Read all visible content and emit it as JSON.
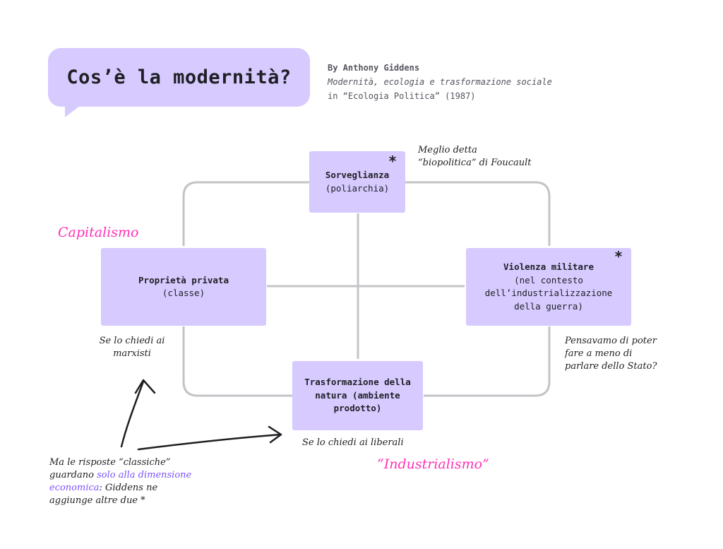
{
  "header": {
    "title": "Cos’è la modernità?",
    "credit_author": "By Anthony Giddens",
    "credit_book": "Modernità, ecologia e trasformazione sociale",
    "credit_source": "in “Ecologia Politica” (1987)"
  },
  "boxes": {
    "top": {
      "title": "Sorveglianza",
      "sub": "(poliarchia)",
      "star": "*"
    },
    "left": {
      "title": "Proprietà privata",
      "sub": "(classe)"
    },
    "right": {
      "title": "Violenza militare",
      "sub1": "(nel contesto",
      "sub2": "dell’industrializzazione",
      "sub3": "della guerra)",
      "star": "*"
    },
    "bottom": {
      "title1": "Trasformazione della",
      "title2": "natura (ambiente",
      "title3": "prodotto)"
    }
  },
  "notes": {
    "foucault_1": "Meglio detta",
    "foucault_2": "“biopolitica” di Foucault",
    "capitalismo": "Capitalismo",
    "industrialismo": "“Industrialismo”",
    "marxisti_1": "Se lo chiedi ai",
    "marxisti_2": "marxisti",
    "liberali": "Se lo chiedi ai liberali",
    "stato_1": "Pensavamo di poter",
    "stato_2": "fare a meno di",
    "stato_3": "parlare dello Stato?",
    "classic_1": "Ma le risposte “classiche”",
    "classic_2a": "guardano ",
    "classic_2b": "solo alla dimensione",
    "classic_3a": "economica",
    "classic_3b": ": Giddens ne",
    "classic_4": "aggiunge altre due *"
  },
  "colors": {
    "box": "#d6caff",
    "accent_pink": "#ff2fb5",
    "accent_purple": "#7b52ff",
    "wire": "#c4c4c8"
  }
}
